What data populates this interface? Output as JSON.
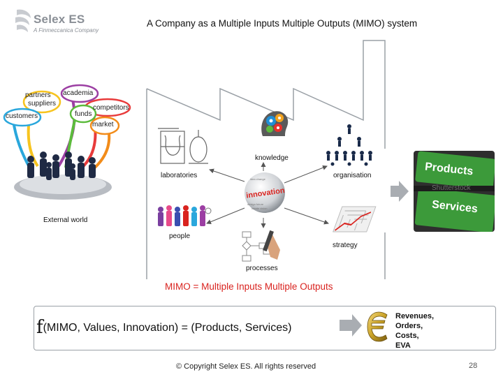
{
  "logo": {
    "name": "Selex ES",
    "subtitle": "A Finmeccanica Company"
  },
  "title": "A Company as a Multiple Inputs Multiple Outputs (MIMO) system",
  "inputs": {
    "bubbles": [
      "partners",
      "suppliers",
      "academia",
      "competitors",
      "customers",
      "funds",
      "market"
    ],
    "caption": "External world"
  },
  "company": {
    "center_word": "innovation",
    "nodes": {
      "knowledge": "knowledge",
      "laboratories": "laboratories",
      "organisation": "organisation",
      "people": "people",
      "strategy": "strategy",
      "processes": "processes"
    }
  },
  "outputs": {
    "products": "Products",
    "services": "Services",
    "watermark": "Shutterstock"
  },
  "mimo_definition": "MIMO = Multiple Inputs Multiple Outputs",
  "formula": {
    "f": "f",
    "text": "(MIMO, Values, Innovation) = (Products, Services)",
    "results": [
      "Revenues,",
      "Orders,",
      "Costs,",
      "EVA"
    ]
  },
  "colors": {
    "accent_red": "#d9231f",
    "euro_gold": "#c9a227",
    "products_green": "#3c9a3a"
  },
  "footer": {
    "copyright": "© Copyright Selex ES. All rights reserved",
    "page": "28"
  }
}
